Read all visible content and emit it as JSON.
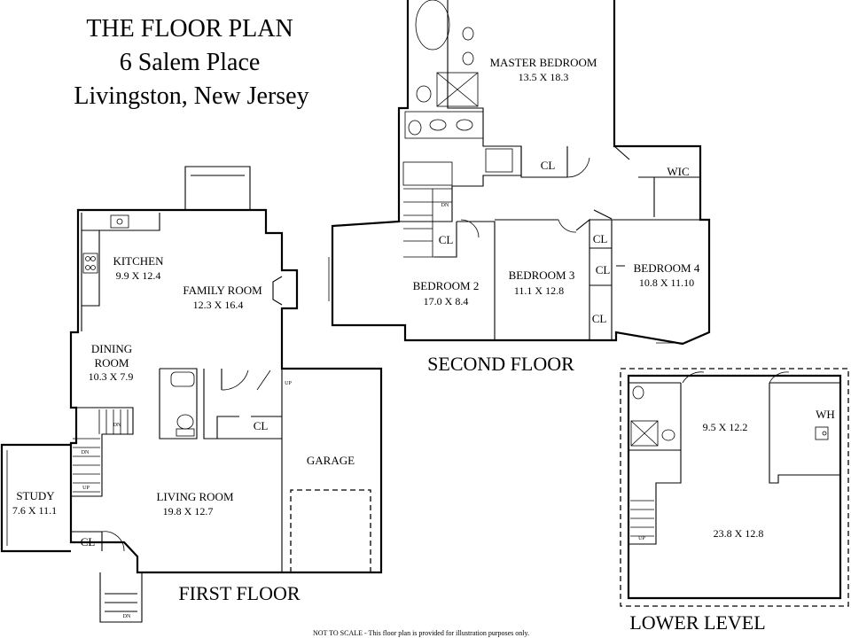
{
  "header": {
    "line1": "THE FLOOR PLAN",
    "line2": "6 Salem Place",
    "line3": "Livingston, New Jersey"
  },
  "first_floor": {
    "label": "FIRST FLOOR",
    "kitchen": {
      "name": "KITCHEN",
      "dims": "9.9 X 12.4"
    },
    "family_room": {
      "name": "FAMILY ROOM",
      "dims": "12.3 X 16.4"
    },
    "dining_room": {
      "name_line1": "DINING",
      "name_line2": "ROOM",
      "dims": "10.3 X 7.9"
    },
    "living_room": {
      "name": "LIVING ROOM",
      "dims": "19.8 X 12.7"
    },
    "study": {
      "name": "STUDY",
      "dims": "7.6 X 11.1"
    },
    "garage": {
      "name": "GARAGE"
    },
    "closet_a": "CL",
    "closet_b": "CL",
    "stair_marks": [
      "DN",
      "DN",
      "UP",
      "UP",
      "DN"
    ]
  },
  "second_floor": {
    "label": "SECOND FLOOR",
    "master_bedroom": {
      "name": "MASTER BEDROOM",
      "dims": "13.5 X 18.3"
    },
    "bedroom2": {
      "name": "BEDROOM 2",
      "dims": "17.0 X 8.4"
    },
    "bedroom3": {
      "name": "BEDROOM 3",
      "dims": "11.1 X 12.8"
    },
    "bedroom4": {
      "name": "BEDROOM 4",
      "dims": "10.8 X 11.10"
    },
    "wic": "WIC",
    "closets": [
      "CL",
      "CL",
      "CL",
      "CL",
      "CL"
    ],
    "stair_mark": "DN"
  },
  "lower_level": {
    "label": "LOWER LEVEL",
    "room_a_dims": "9.5 X 12.2",
    "room_b_dims": "23.8 X 12.8",
    "wh": "WH",
    "stair_mark": "UP"
  },
  "footer": "NOT TO SCALE - This floor plan is provided for illustration purposes only."
}
